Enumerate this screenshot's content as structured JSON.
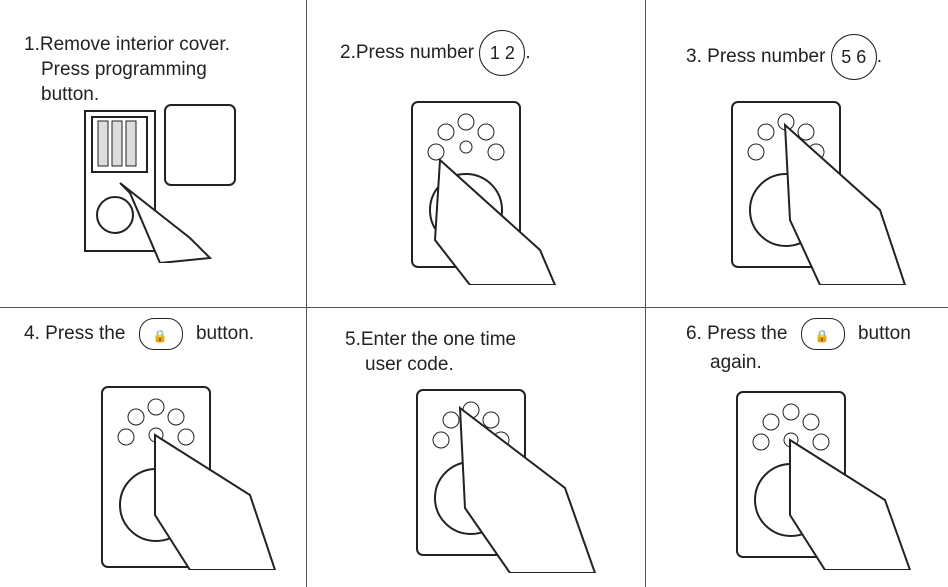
{
  "steps": [
    {
      "num": "1.",
      "text": "Remove interior cover.",
      "line2": "Press programming",
      "line3": "button."
    },
    {
      "num": "2.",
      "text": "Press number",
      "badge": "1 2",
      "suffix": "."
    },
    {
      "num": "3.",
      "text": "Press number",
      "badge": "5 6",
      "suffix": "."
    },
    {
      "num": "4.",
      "text": "Press the",
      "after": "button."
    },
    {
      "num": "5.",
      "text": "Enter the one time",
      "line2": "user code."
    },
    {
      "num": "6.",
      "text": "Press the",
      "after": "button",
      "line2": "again."
    }
  ],
  "icons": {
    "lock": "lock-icon",
    "finger": "hand-pointing-icon",
    "keypad": "keypad-icon",
    "battery": "battery-compartment-icon"
  }
}
